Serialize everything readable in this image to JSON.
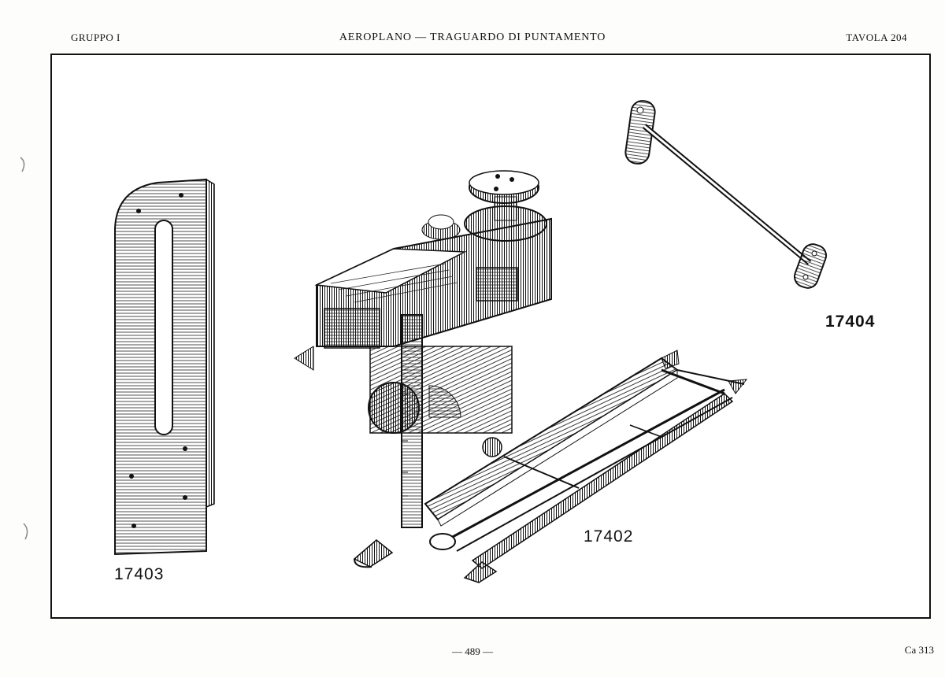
{
  "header": {
    "left": "GRUPPO I",
    "center": "AEROPLANO — TRAGUARDO DI PUNTAMENTO",
    "right": "TAVOLA 204"
  },
  "parts": {
    "plate_bracket": "17403",
    "sight_assembly": "17402",
    "rod": "17404"
  },
  "footer": {
    "page": "— 489 —",
    "code": "Ca 313"
  }
}
